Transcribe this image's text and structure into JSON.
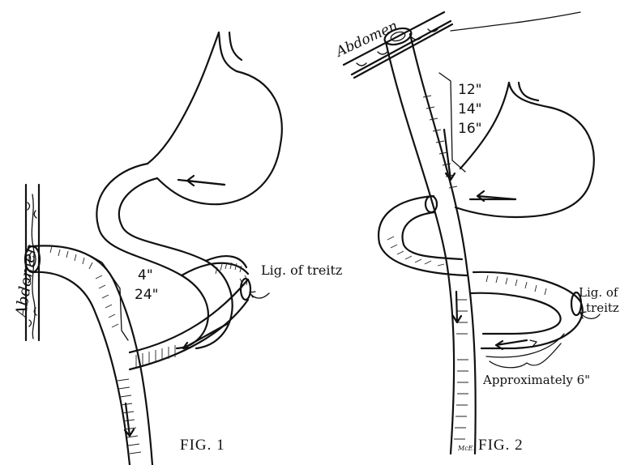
{
  "fig1": {
    "abdomen_label": "Abdomen",
    "length_top": "4\"",
    "length_bottom": "24\"",
    "ligament_label": "Lig. of treitz",
    "caption": "FIG. 1"
  },
  "fig2": {
    "abdomen_label": "Abdomen",
    "length_1": "12\"",
    "length_2": "14\"",
    "length_3": "16\"",
    "ligament_label_line1": "Lig. of",
    "ligament_label_line2": "treitz",
    "approx_label": "Approximately 6\"",
    "signature": "McE1",
    "caption": "FIG. 2"
  }
}
